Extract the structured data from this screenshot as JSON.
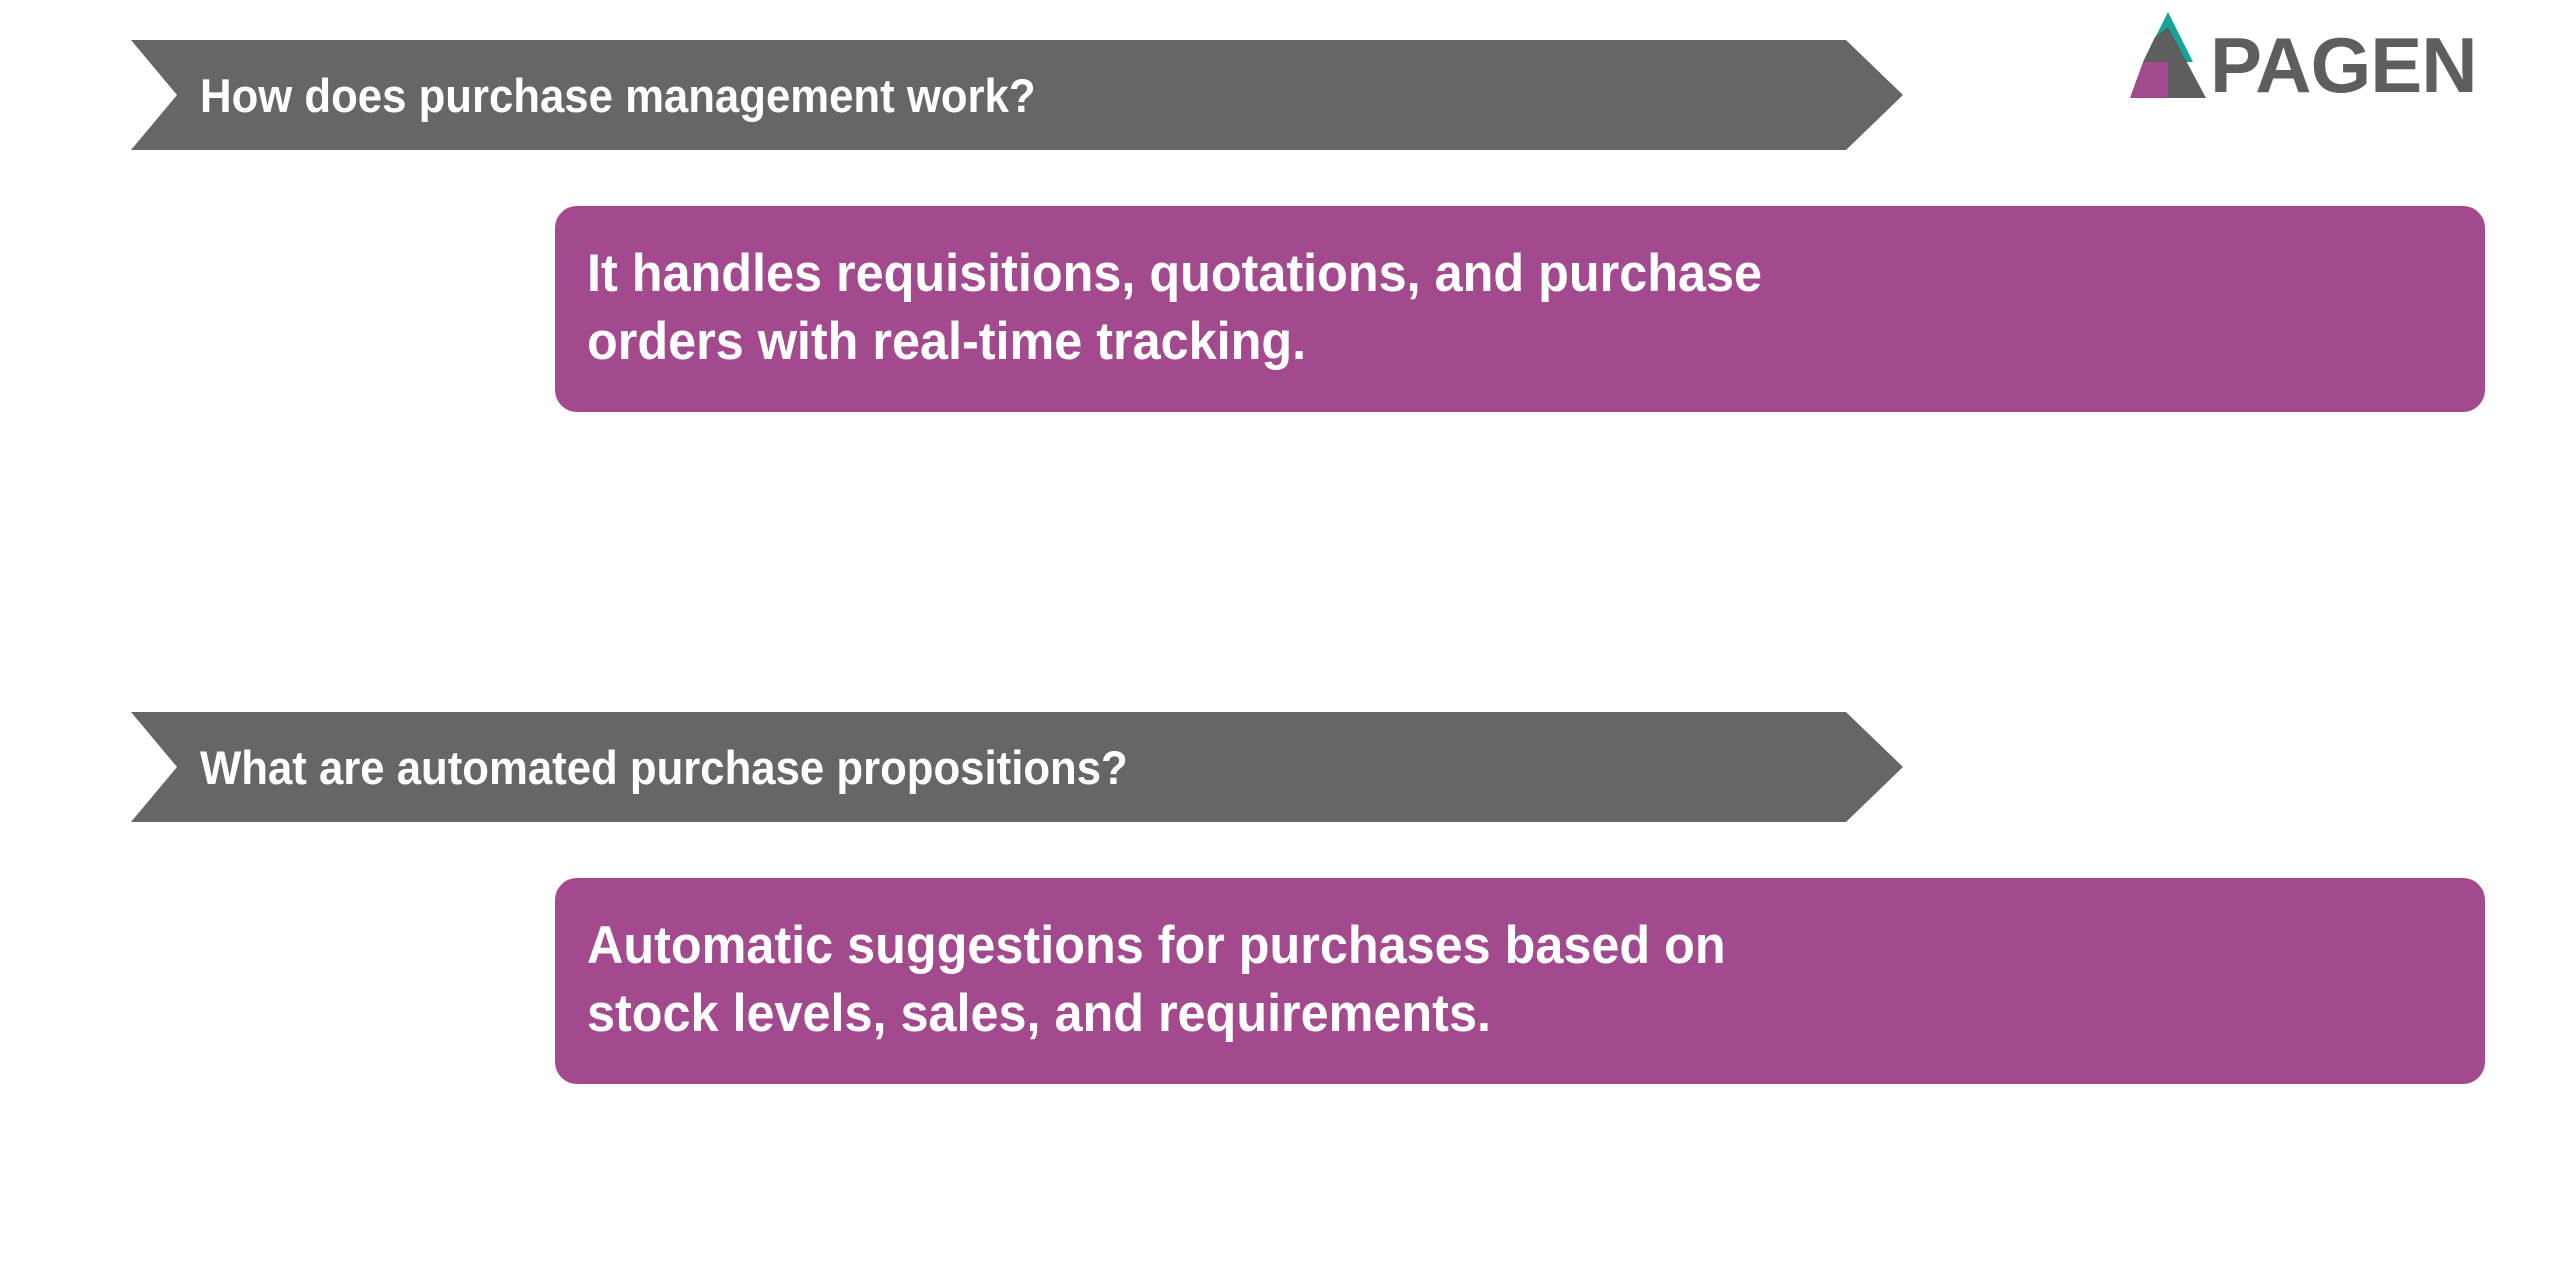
{
  "brand": {
    "logo_name": "APAGEN",
    "logo_wordmark": "PAGEN",
    "colors": {
      "teal": "#16a39b",
      "magenta": "#a3498d",
      "gray": "#5e5e5e"
    }
  },
  "theme": {
    "banner_gray": "#666666",
    "bubble_purple": "#a3498d",
    "text_white": "#ffffff",
    "background": "#ffffff"
  },
  "qa": [
    {
      "question": "How does purchase management work?",
      "answer_lines": [
        "It handles requisitions, quotations, and purchase",
        "orders with real-time tracking."
      ]
    },
    {
      "question": "What are automated purchase propositions?",
      "answer_lines": [
        "Automatic suggestions for purchases based on",
        "stock levels, sales, and requirements."
      ]
    }
  ]
}
